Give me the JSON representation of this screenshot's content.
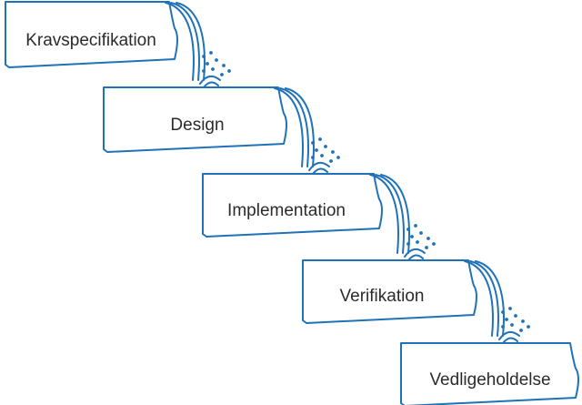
{
  "diagram": {
    "stroke_color": "#2072B8",
    "text_color": "#2b2b2b",
    "background": "#ffffff",
    "steps": [
      {
        "label": "Kravspecifikation"
      },
      {
        "label": "Design"
      },
      {
        "label": "Implementation"
      },
      {
        "label": "Verifikation"
      },
      {
        "label": "Vedligeholdelse"
      }
    ]
  }
}
